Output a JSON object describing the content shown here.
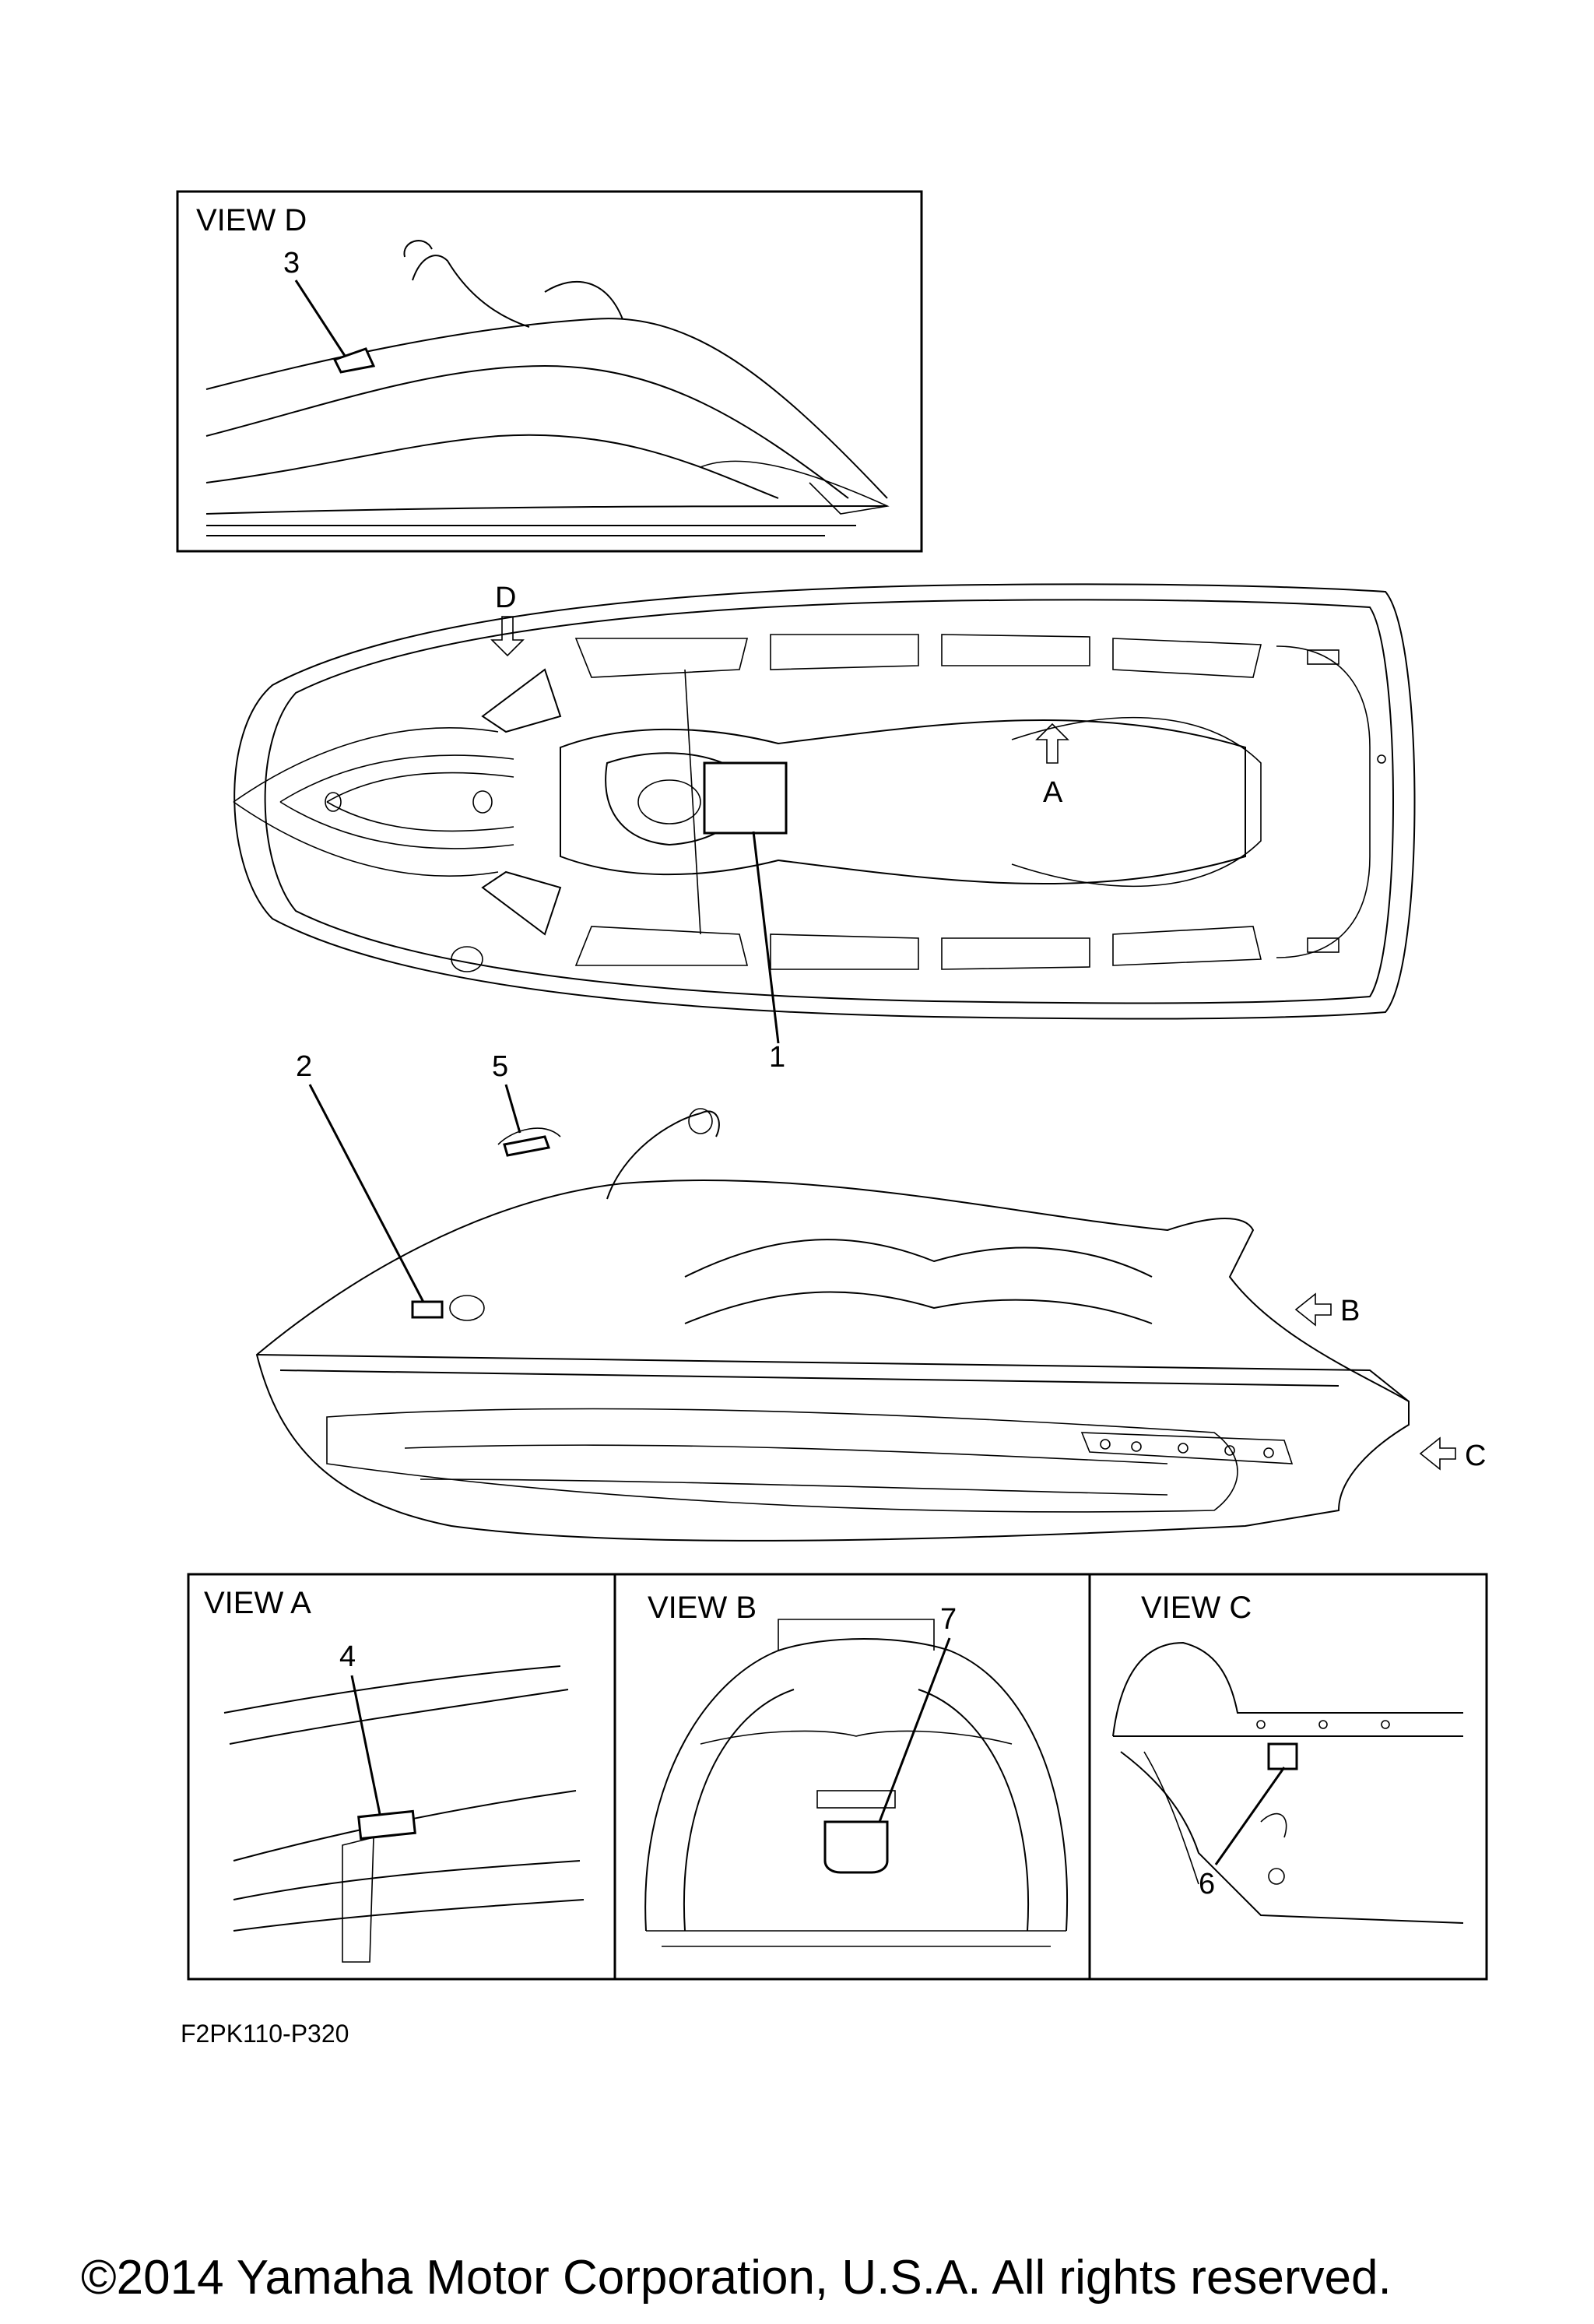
{
  "views": {
    "d": "VIEW D",
    "a": "VIEW A",
    "b": "VIEW B",
    "c": "VIEW C"
  },
  "arrows": {
    "d": "D",
    "a": "A",
    "b": "B",
    "c": "C"
  },
  "callouts": [
    "1",
    "2",
    "3",
    "4",
    "5",
    "6",
    "7"
  ],
  "part_code": "F2PK110-P320",
  "copyright": "©2014 Yamaha Motor Corporation, U.S.A. All rights reserved."
}
